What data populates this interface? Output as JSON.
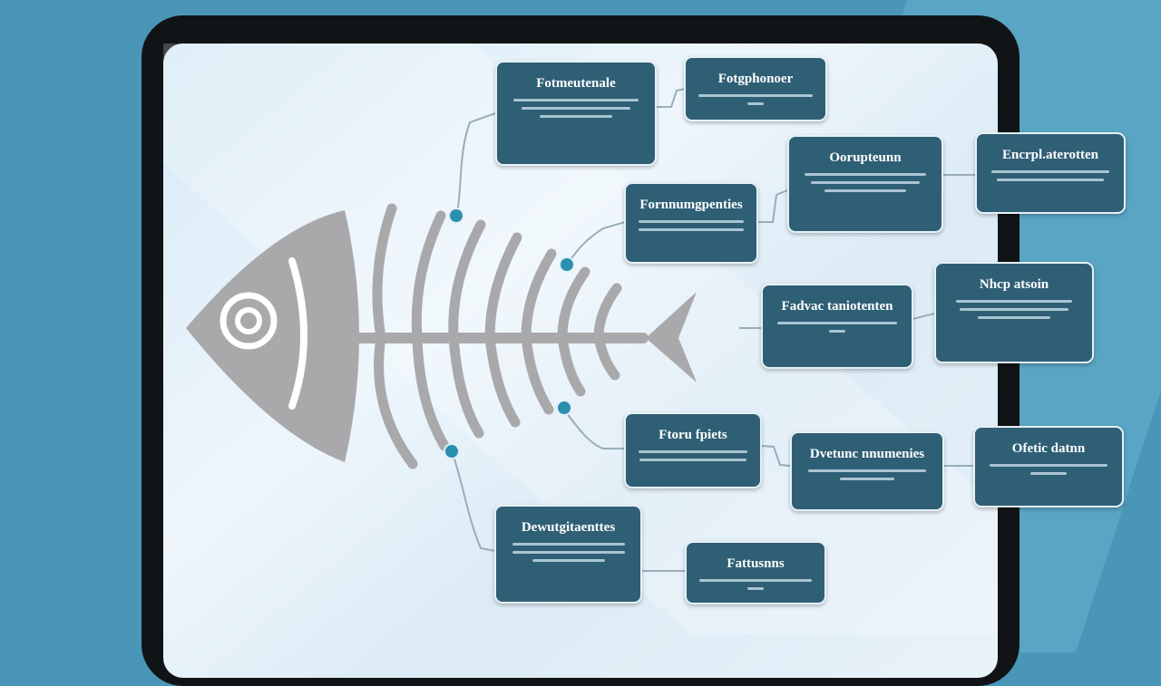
{
  "colors": {
    "background": "#4a96b8",
    "device_frame": "#111416",
    "screen": "#e3f0f8",
    "box_fill": "#2f5f75",
    "box_border": "#e6f1f7",
    "fish": "#a9a9ab",
    "dot_accent": "#2b8fb0"
  },
  "fishbone": {
    "head_icon": "fish-skeleton-icon",
    "dots": 4
  },
  "boxes": [
    {
      "id": "box-1",
      "title": "Fotmeutenale"
    },
    {
      "id": "box-2",
      "title": "Fotgphonoer"
    },
    {
      "id": "box-3",
      "title": "Fornnumgpenties"
    },
    {
      "id": "box-4",
      "title": "Oorupteunn"
    },
    {
      "id": "box-5",
      "title": "Encrpl.aterotten"
    },
    {
      "id": "box-6",
      "title": "Fadvac taniotenten"
    },
    {
      "id": "box-7",
      "title": "Nhcp atsoin"
    },
    {
      "id": "box-8",
      "title": "Ftoru fpiets"
    },
    {
      "id": "box-9",
      "title": "Dvetunc nnumenies"
    },
    {
      "id": "box-10",
      "title": "Ofetic datnn"
    },
    {
      "id": "box-11",
      "title": "Dewutgitaenttes"
    },
    {
      "id": "box-12",
      "title": "Fattusnns"
    }
  ]
}
